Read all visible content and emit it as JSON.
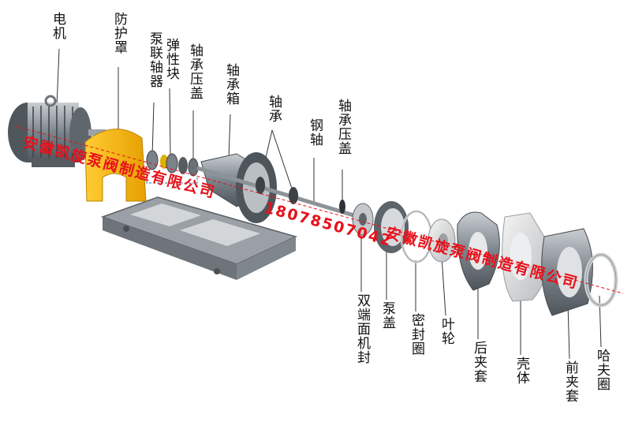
{
  "labels": {
    "motor": "电机",
    "guard": "防护罩",
    "coupling": "泵联轴器",
    "elastic_block": "弹性块",
    "bearing_cover_1": "轴承压盖",
    "bearing_box": "轴承箱",
    "bearing": "轴承",
    "steel_shaft": "钢轴",
    "bearing_cover_2": "轴承压盖",
    "mech_seal": "双端面机封",
    "pump_cover": "泵盖",
    "seal_ring": "密封圈",
    "impeller": "叶轮",
    "rear_jacket": "后夹套",
    "casing": "壳体",
    "front_jacket": "前夹套",
    "huff_ring": "哈夫圈"
  },
  "watermark": {
    "company_1": "安徽凯旋泵阀制造有限公司",
    "phone": "18078507042",
    "company_2": "安徽凯旋泵阀制造有限公司"
  },
  "colors": {
    "guard": "#f5b400",
    "metal_dark": "#6b7278",
    "metal_mid": "#9aa1a7",
    "metal_light": "#d9dcde",
    "base": "#8a9095",
    "watermark": "#e8101a"
  }
}
